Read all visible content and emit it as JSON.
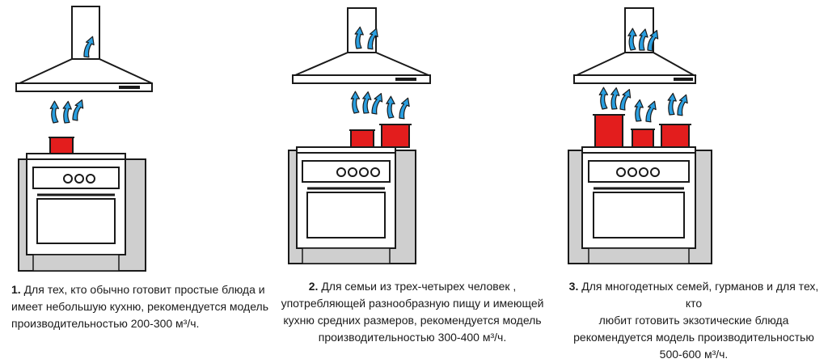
{
  "panels": [
    {
      "number": "1.",
      "lines": [
        "Для тех, кто обычно готовит простые блюда и",
        "имеет небольшую кухню, рекомендуется модель",
        "производительностью 200-300 м³/ч."
      ]
    },
    {
      "number": "2.",
      "lines": [
        "Для семьи из трех-четырех человек ,",
        "употребляющей разнообразную пищу и имеющей",
        "кухню средних размеров, рекомендуется модель",
        "производительностью 300-400 м³/ч."
      ]
    },
    {
      "number": "3.",
      "lines": [
        "Для многодетных семей, гурманов и для тех, кто",
        "любит готовить экзотические блюда",
        "рекомендуется модель производительностью",
        "500-600 м³/ч."
      ]
    }
  ],
  "colors": {
    "pot": "#e31d1d",
    "steam_arrow": "#2a9fe0",
    "outline": "#1a1a1a",
    "cabinet": "#cfcfcf"
  },
  "icons": [
    "range-hood-icon",
    "stove-icon",
    "pot-icon",
    "steam-arrow-icon"
  ]
}
